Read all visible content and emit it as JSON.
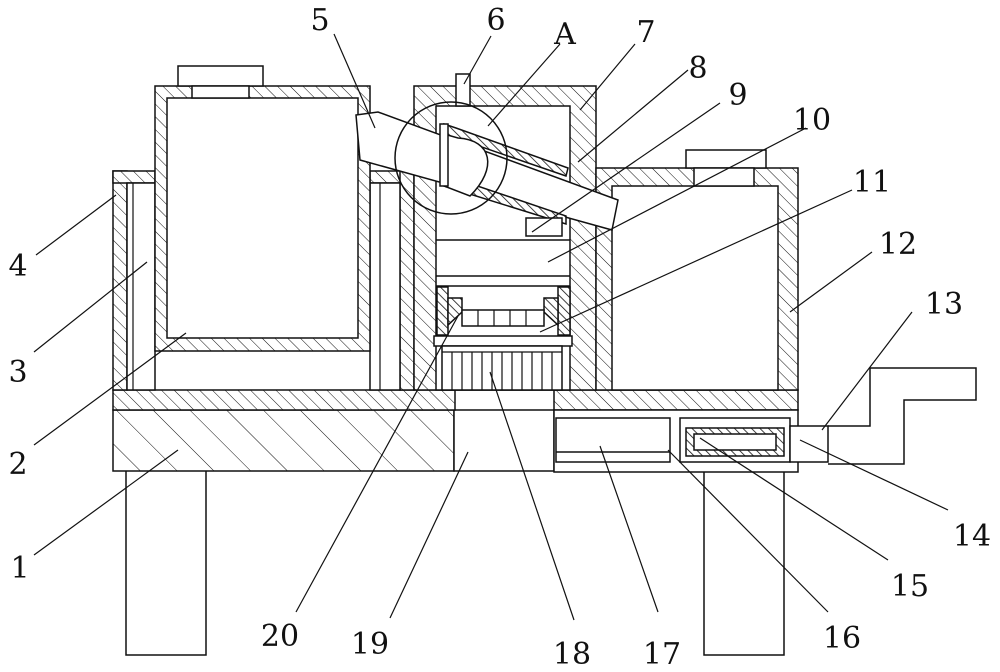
{
  "labels": {
    "l1": "1",
    "l2": "2",
    "l3": "3",
    "l4": "4",
    "l5": "5",
    "l6": "6",
    "lA": "A",
    "l7": "7",
    "l8": "8",
    "l9": "9",
    "l10": "10",
    "l11": "11",
    "l12": "12",
    "l13": "13",
    "l14": "14",
    "l15": "15",
    "l16": "16",
    "l17": "17",
    "l18": "18",
    "l19": "19",
    "l20": "20"
  },
  "colors": {
    "line": "#111111",
    "background": "#ffffff"
  }
}
